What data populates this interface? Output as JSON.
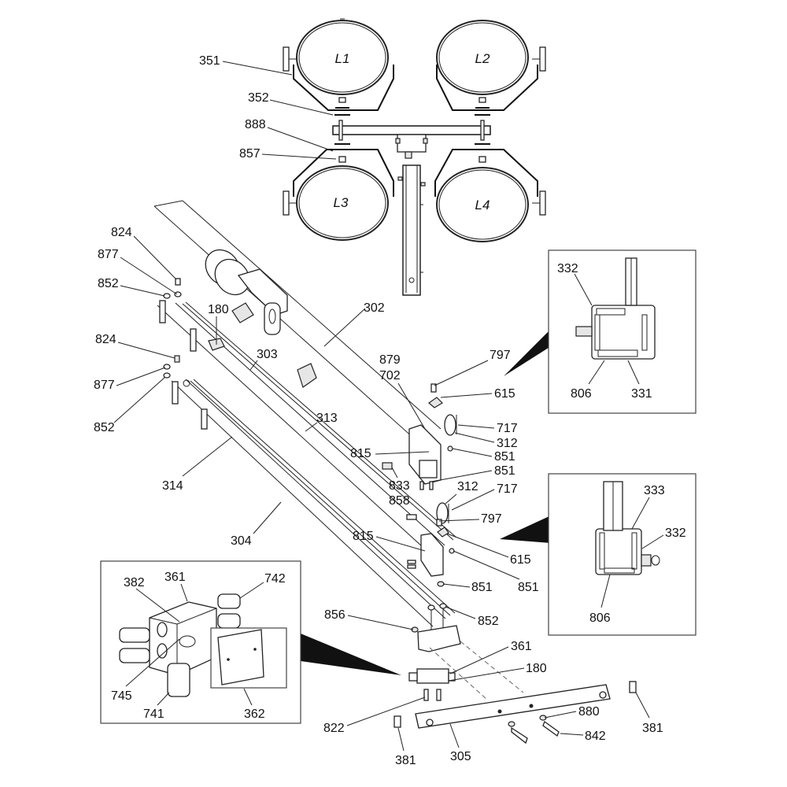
{
  "diagram": {
    "type": "exploded-parts-diagram",
    "lamps": [
      "L1",
      "L2",
      "L3",
      "L4"
    ],
    "callouts": {
      "c351": "351",
      "c352": "352",
      "c888": "888",
      "c857": "857",
      "c824a": "824",
      "c877a": "877",
      "c852a": "852",
      "c824b": "824",
      "c877b": "877",
      "c852b": "852",
      "c180a": "180",
      "c302": "302",
      "c303": "303",
      "c313": "313",
      "c314": "314",
      "c304": "304",
      "c879": "879",
      "c702": "702",
      "c797a": "797",
      "c615a": "615",
      "c717a": "717",
      "c312a": "312",
      "c851a": "851",
      "c851b": "851",
      "c815a": "815",
      "c833": "833",
      "c858": "858",
      "c312b": "312",
      "c717b": "717",
      "c797b": "797",
      "c815b": "815",
      "c615b": "615",
      "c851c": "851",
      "c851d": "851",
      "c856": "856",
      "c852c": "852",
      "c361b": "361",
      "c180b": "180",
      "c822": "822",
      "c880": "880",
      "c842": "842",
      "c381a": "381",
      "c381b": "381",
      "c305": "305"
    },
    "detail_top": {
      "c332": "332",
      "c806": "806",
      "c331": "331"
    },
    "detail_mid": {
      "c333": "333",
      "c332": "332",
      "c806": "806"
    },
    "detail_box": {
      "c382": "382",
      "c361": "361",
      "c742": "742",
      "c745": "745",
      "c741": "741",
      "c362": "362"
    }
  }
}
